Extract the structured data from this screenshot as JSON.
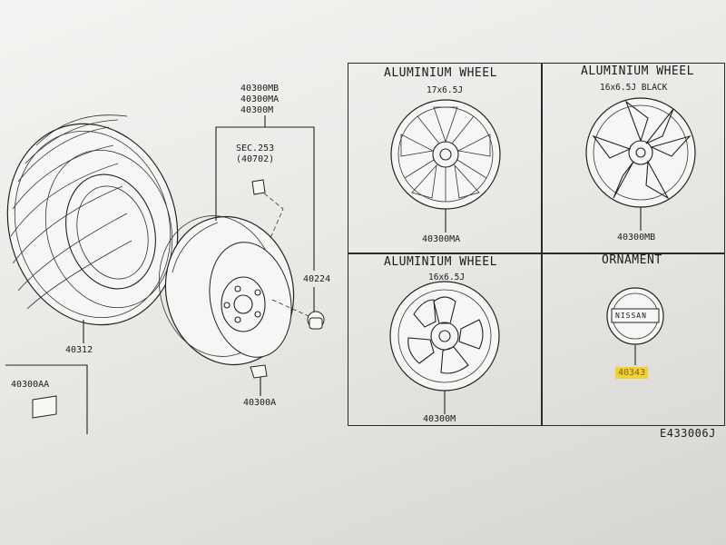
{
  "left_parts": {
    "tire": "40312",
    "spare_wheel_codes": [
      "40300MB",
      "40300MA",
      "40300M"
    ],
    "sec_ref": [
      "SEC.253",
      "(40702)"
    ],
    "nut": "40224",
    "weight": "40300A",
    "aa_part": "40300AA"
  },
  "panels": [
    {
      "title": "ALUMINIUM WHEEL",
      "spec": "17x6.5J",
      "part": "40300MA"
    },
    {
      "title": "ALUMINIUM WHEEL",
      "spec": "16x6.5J BLACK",
      "part": "40300MB"
    },
    {
      "title": "ALUMINIUM WHEEL",
      "spec": "16x6.5J",
      "part": "40300M"
    },
    {
      "title": "ORNAMENT",
      "spec": "",
      "part": "40343"
    }
  ],
  "ornament_logo": "NISSAN",
  "figure_ref": "E433006J",
  "colors": {
    "highlight": "#f2d233",
    "line": "#222222",
    "paper": "#f3f3f1"
  }
}
